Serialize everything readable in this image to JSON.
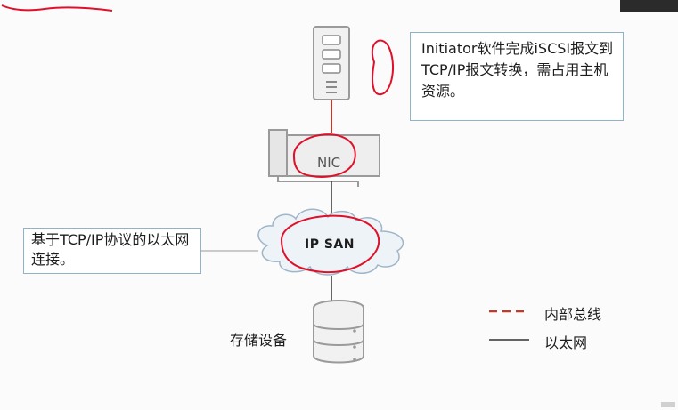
{
  "callouts": {
    "initiator": "Initiator软件完成iSCSI报文到TCP/IP报文转换，需占用主机资源。",
    "tcpip": "基于TCP/IP协议的以太网连接。"
  },
  "nodes": {
    "nic": "NIC",
    "ip_san": "IP SAN",
    "storage": "存储设备"
  },
  "legend": {
    "internal_bus": "内部总线",
    "ethernet": "以太网"
  },
  "colors": {
    "internal_bus": "#c0392b",
    "ethernet": "#333333",
    "annotation_ink": "#e0102a",
    "callout_border": "#8fb3c7"
  }
}
